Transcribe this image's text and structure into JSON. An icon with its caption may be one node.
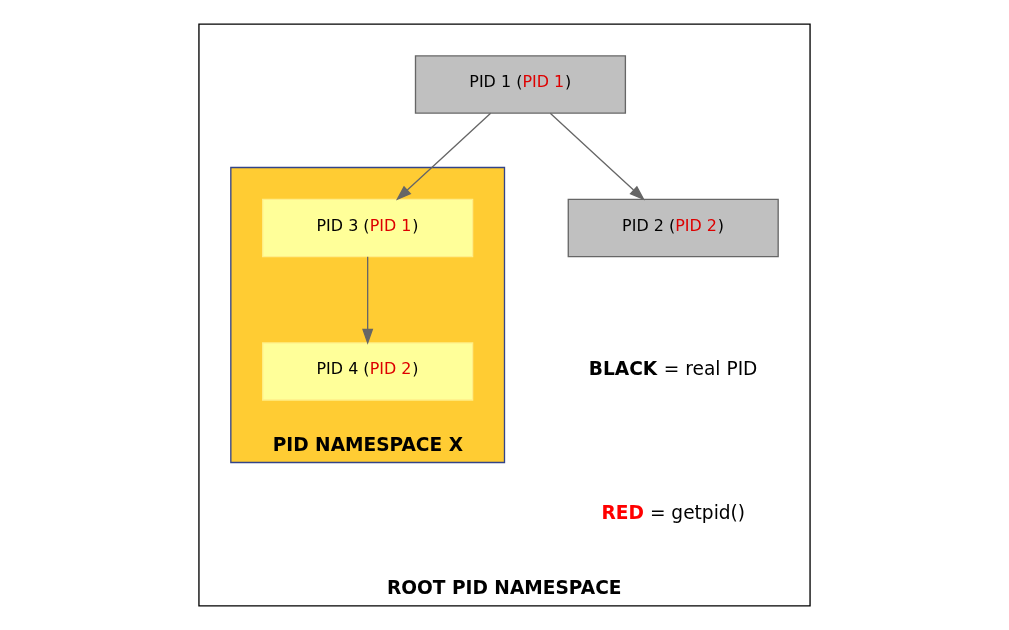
{
  "diagram": {
    "nodes": [
      {
        "text": [
          "ROOT PID NAMESPACE"
        ]
      },
      {
        "text": [
          "PID 1 (PID 1)"
        ],
        "in": 0
      },
      {
        "text": [
          "PID NAMESPACE X"
        ],
        "in": 0
      },
      {
        "text": [
          "PID 3 (PID 1)"
        ],
        "in": 2
      },
      {
        "text": [
          "PID 4 (PID 2)"
        ],
        "in": 2
      },
      {
        "text": [
          "PID 2 (PID 2)"
        ],
        "in": 0
      }
    ],
    "edges": [
      {
        "from": 1,
        "to": 3,
        "arrow": "to"
      },
      {
        "from": 1,
        "to": 5,
        "arrow": "to"
      },
      {
        "from": 3,
        "to": 4,
        "arrow": "to"
      }
    ],
    "legend": [
      {
        "text": "BLACK = real PID",
        "color": "#000000"
      },
      {
        "text": "RED = getpid()",
        "color": "#ff0000"
      }
    ]
  }
}
